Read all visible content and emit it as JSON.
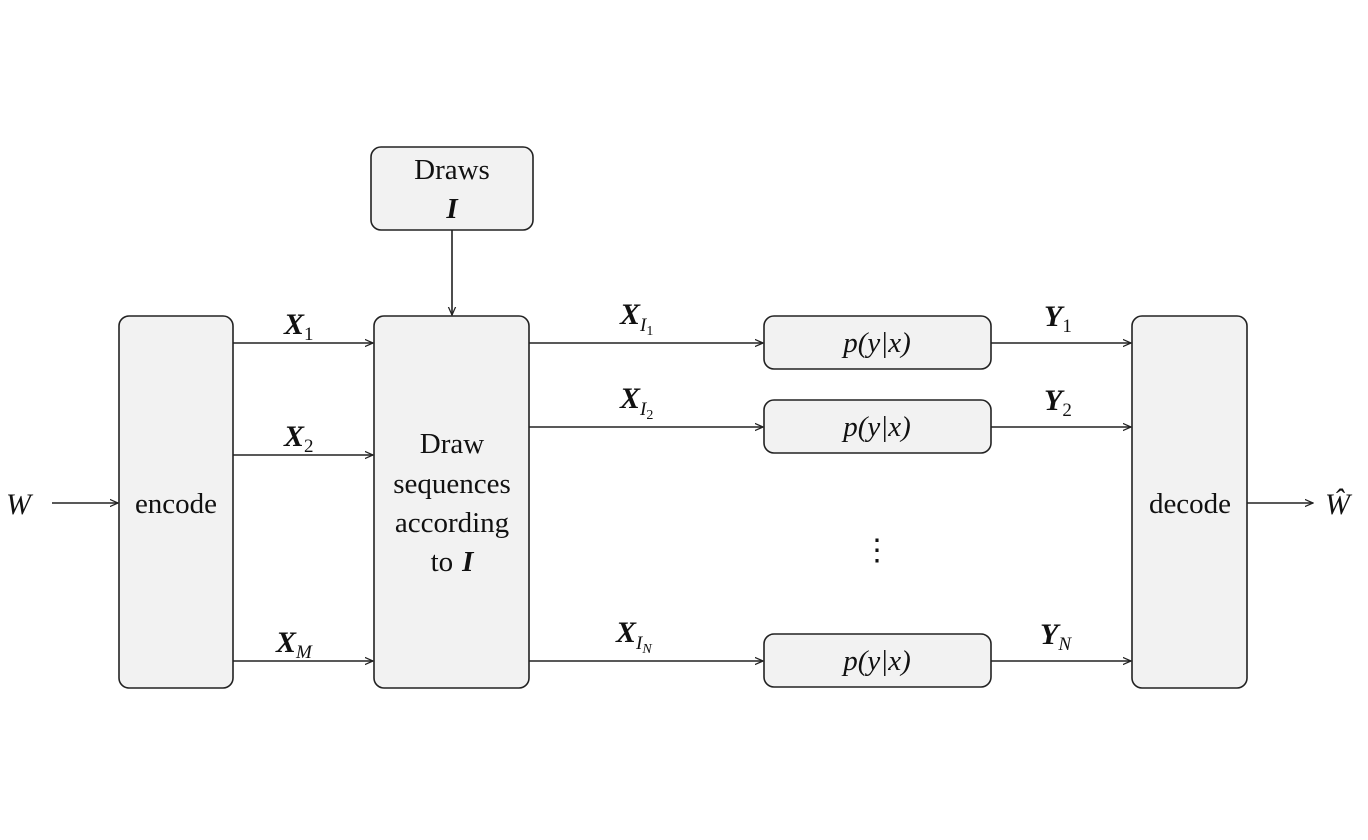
{
  "input": {
    "symbol": "W"
  },
  "output": {
    "symbol": "Ŵ"
  },
  "encoder": {
    "label": "encode"
  },
  "decoder": {
    "label": "decode"
  },
  "draws": {
    "line1": "Draws",
    "line2": "I"
  },
  "selector": {
    "line1": "Draw",
    "line2": "sequences",
    "line3": "according",
    "line4_prefix": "to",
    "line4_symbol": "I"
  },
  "encoder_outputs": [
    {
      "base": "X",
      "sub": "1"
    },
    {
      "base": "X",
      "sub": "2"
    },
    {
      "base": "X",
      "sub": "M"
    }
  ],
  "selected_sequences": [
    {
      "base": "X",
      "sub": "I",
      "subsub": "1"
    },
    {
      "base": "X",
      "sub": "I",
      "subsub": "2"
    },
    {
      "base": "X",
      "sub": "I",
      "subsub": "N"
    }
  ],
  "channel": {
    "label": "p(y|x)"
  },
  "channel_outputs": [
    {
      "base": "Y",
      "sub": "1"
    },
    {
      "base": "Y",
      "sub": "2"
    },
    {
      "base": "Y",
      "sub": "N"
    }
  ],
  "ellipsis": "⋮"
}
